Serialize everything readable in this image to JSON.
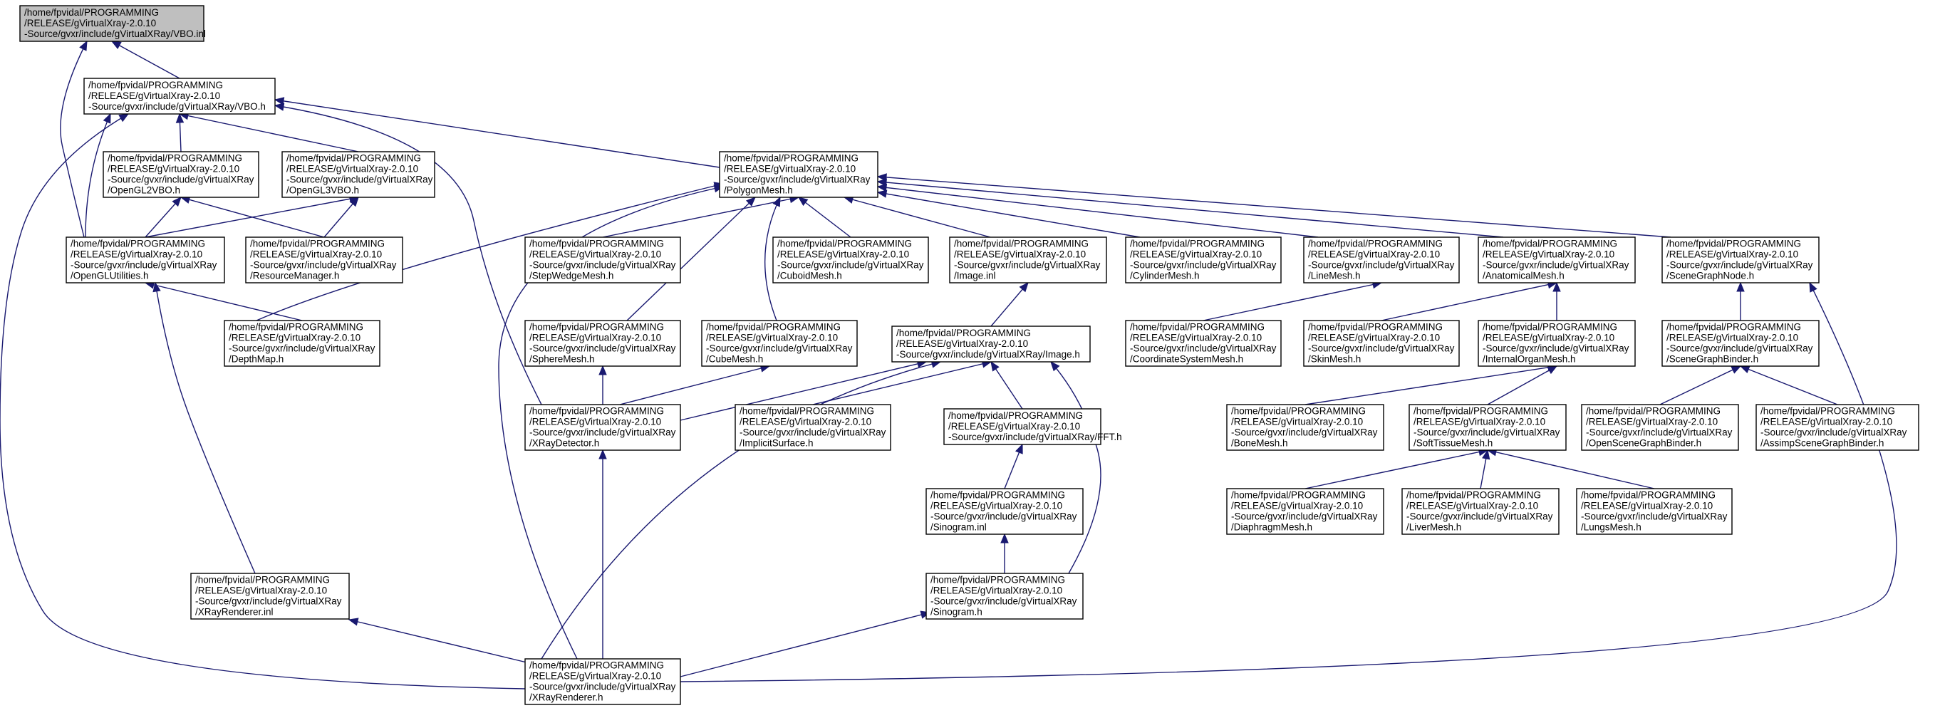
{
  "diagram": {
    "colors": {
      "edge": "#191970",
      "root_fill": "#bfbfbf",
      "node_fill": "#ffffff",
      "node_border": "#000000"
    },
    "nodes": [
      {
        "id": "vbo_inl",
        "lines": [
          "/home/fpvidal/PROGRAMMING",
          "/RELEASE/gVirtualXray-2.0.10",
          "-Source/gvxr/include/gVirtualXRay/VBO.inl"
        ],
        "root": true
      },
      {
        "id": "vbo_h",
        "lines": [
          "/home/fpvidal/PROGRAMMING",
          "/RELEASE/gVirtualXray-2.0.10",
          "-Source/gvxr/include/gVirtualXRay/VBO.h"
        ]
      },
      {
        "id": "opengl2vbo",
        "lines": [
          "/home/fpvidal/PROGRAMMING",
          "/RELEASE/gVirtualXray-2.0.10",
          "-Source/gvxr/include/gVirtualXRay",
          "/OpenGL2VBO.h"
        ]
      },
      {
        "id": "opengl3vbo",
        "lines": [
          "/home/fpvidal/PROGRAMMING",
          "/RELEASE/gVirtualXray-2.0.10",
          "-Source/gvxr/include/gVirtualXRay",
          "/OpenGL3VBO.h"
        ]
      },
      {
        "id": "polygonmesh",
        "lines": [
          "/home/fpvidal/PROGRAMMING",
          "/RELEASE/gVirtualXray-2.0.10",
          "-Source/gvxr/include/gVirtualXRay",
          "/PolygonMesh.h"
        ]
      },
      {
        "id": "openglutilities",
        "lines": [
          "/home/fpvidal/PROGRAMMING",
          "/RELEASE/gVirtualXray-2.0.10",
          "-Source/gvxr/include/gVirtualXRay",
          "/OpenGLUtilities.h"
        ]
      },
      {
        "id": "resourcemanager",
        "lines": [
          "/home/fpvidal/PROGRAMMING",
          "/RELEASE/gVirtualXray-2.0.10",
          "-Source/gvxr/include/gVirtualXRay",
          "/ResourceManager.h"
        ]
      },
      {
        "id": "stepwedgemesh",
        "lines": [
          "/home/fpvidal/PROGRAMMING",
          "/RELEASE/gVirtualXray-2.0.10",
          "-Source/gvxr/include/gVirtualXRay",
          "/StepWedgeMesh.h"
        ]
      },
      {
        "id": "cuboidmesh",
        "lines": [
          "/home/fpvidal/PROGRAMMING",
          "/RELEASE/gVirtualXray-2.0.10",
          "-Source/gvxr/include/gVirtualXRay",
          "/CuboidMesh.h"
        ]
      },
      {
        "id": "image_inl",
        "lines": [
          "/home/fpvidal/PROGRAMMING",
          "/RELEASE/gVirtualXray-2.0.10",
          "-Source/gvxr/include/gVirtualXRay",
          "/Image.inl"
        ]
      },
      {
        "id": "cylindermesh",
        "lines": [
          "/home/fpvidal/PROGRAMMING",
          "/RELEASE/gVirtualXray-2.0.10",
          "-Source/gvxr/include/gVirtualXRay",
          "/CylinderMesh.h"
        ]
      },
      {
        "id": "linemesh",
        "lines": [
          "/home/fpvidal/PROGRAMMING",
          "/RELEASE/gVirtualXray-2.0.10",
          "-Source/gvxr/include/gVirtualXRay",
          "/LineMesh.h"
        ]
      },
      {
        "id": "anatomicalmesh",
        "lines": [
          "/home/fpvidal/PROGRAMMING",
          "/RELEASE/gVirtualXray-2.0.10",
          "-Source/gvxr/include/gVirtualXRay",
          "/AnatomicalMesh.h"
        ]
      },
      {
        "id": "scenegraphnode",
        "lines": [
          "/home/fpvidal/PROGRAMMING",
          "/RELEASE/gVirtualXray-2.0.10",
          "-Source/gvxr/include/gVirtualXRay",
          "/SceneGraphNode.h"
        ]
      },
      {
        "id": "depthmap",
        "lines": [
          "/home/fpvidal/PROGRAMMING",
          "/RELEASE/gVirtualXray-2.0.10",
          "-Source/gvxr/include/gVirtualXRay",
          "/DepthMap.h"
        ]
      },
      {
        "id": "spheremesh",
        "lines": [
          "/home/fpvidal/PROGRAMMING",
          "/RELEASE/gVirtualXray-2.0.10",
          "-Source/gvxr/include/gVirtualXRay",
          "/SphereMesh.h"
        ]
      },
      {
        "id": "cubemesh",
        "lines": [
          "/home/fpvidal/PROGRAMMING",
          "/RELEASE/gVirtualXray-2.0.10",
          "-Source/gvxr/include/gVirtualXRay",
          "/CubeMesh.h"
        ]
      },
      {
        "id": "image_h",
        "lines": [
          "/home/fpvidal/PROGRAMMING",
          "/RELEASE/gVirtualXray-2.0.10",
          "-Source/gvxr/include/gVirtualXRay/Image.h"
        ]
      },
      {
        "id": "coordinatesystemmesh",
        "lines": [
          "/home/fpvidal/PROGRAMMING",
          "/RELEASE/gVirtualXray-2.0.10",
          "-Source/gvxr/include/gVirtualXRay",
          "/CoordinateSystemMesh.h"
        ]
      },
      {
        "id": "skinmesh",
        "lines": [
          "/home/fpvidal/PROGRAMMING",
          "/RELEASE/gVirtualXray-2.0.10",
          "-Source/gvxr/include/gVirtualXRay",
          "/SkinMesh.h"
        ]
      },
      {
        "id": "internalorganmesh",
        "lines": [
          "/home/fpvidal/PROGRAMMING",
          "/RELEASE/gVirtualXray-2.0.10",
          "-Source/gvxr/include/gVirtualXRay",
          "/InternalOrganMesh.h"
        ]
      },
      {
        "id": "scenegraphbinder",
        "lines": [
          "/home/fpvidal/PROGRAMMING",
          "/RELEASE/gVirtualXray-2.0.10",
          "-Source/gvxr/include/gVirtualXRay",
          "/SceneGraphBinder.h"
        ]
      },
      {
        "id": "xraydetector",
        "lines": [
          "/home/fpvidal/PROGRAMMING",
          "/RELEASE/gVirtualXray-2.0.10",
          "-Source/gvxr/include/gVirtualXRay",
          "/XRayDetector.h"
        ]
      },
      {
        "id": "implicitsurface",
        "lines": [
          "/home/fpvidal/PROGRAMMING",
          "/RELEASE/gVirtualXray-2.0.10",
          "-Source/gvxr/include/gVirtualXRay",
          "/ImplicitSurface.h"
        ]
      },
      {
        "id": "fft",
        "lines": [
          "/home/fpvidal/PROGRAMMING",
          "/RELEASE/gVirtualXray-2.0.10",
          "-Source/gvxr/include/gVirtualXRay/FFT.h"
        ]
      },
      {
        "id": "bonemesh",
        "lines": [
          "/home/fpvidal/PROGRAMMING",
          "/RELEASE/gVirtualXray-2.0.10",
          "-Source/gvxr/include/gVirtualXRay",
          "/BoneMesh.h"
        ]
      },
      {
        "id": "softtissuemesh",
        "lines": [
          "/home/fpvidal/PROGRAMMING",
          "/RELEASE/gVirtualXray-2.0.10",
          "-Source/gvxr/include/gVirtualXRay",
          "/SoftTissueMesh.h"
        ]
      },
      {
        "id": "openscenegraphbinder",
        "lines": [
          "/home/fpvidal/PROGRAMMING",
          "/RELEASE/gVirtualXray-2.0.10",
          "-Source/gvxr/include/gVirtualXRay",
          "/OpenSceneGraphBinder.h"
        ]
      },
      {
        "id": "assimpscenegraphbinder",
        "lines": [
          "/home/fpvidal/PROGRAMMING",
          "/RELEASE/gVirtualXray-2.0.10",
          "-Source/gvxr/include/gVirtualXRay",
          "/AssimpSceneGraphBinder.h"
        ]
      },
      {
        "id": "sinogram_inl",
        "lines": [
          "/home/fpvidal/PROGRAMMING",
          "/RELEASE/gVirtualXray-2.0.10",
          "-Source/gvxr/include/gVirtualXRay",
          "/Sinogram.inl"
        ]
      },
      {
        "id": "diaphragmmesh",
        "lines": [
          "/home/fpvidal/PROGRAMMING",
          "/RELEASE/gVirtualXray-2.0.10",
          "-Source/gvxr/include/gVirtualXRay",
          "/DiaphragmMesh.h"
        ]
      },
      {
        "id": "livermesh",
        "lines": [
          "/home/fpvidal/PROGRAMMING",
          "/RELEASE/gVirtualXray-2.0.10",
          "-Source/gvxr/include/gVirtualXRay",
          "/LiverMesh.h"
        ]
      },
      {
        "id": "lungsmesh",
        "lines": [
          "/home/fpvidal/PROGRAMMING",
          "/RELEASE/gVirtualXray-2.0.10",
          "-Source/gvxr/include/gVirtualXRay",
          "/LungsMesh.h"
        ]
      },
      {
        "id": "xrayrenderer_inl",
        "lines": [
          "/home/fpvidal/PROGRAMMING",
          "/RELEASE/gVirtualXray-2.0.10",
          "-Source/gvxr/include/gVirtualXRay",
          "/XRayRenderer.inl"
        ]
      },
      {
        "id": "sinogram_h",
        "lines": [
          "/home/fpvidal/PROGRAMMING",
          "/RELEASE/gVirtualXray-2.0.10",
          "-Source/gvxr/include/gVirtualXRay",
          "/Sinogram.h"
        ]
      },
      {
        "id": "xrayrenderer_h",
        "lines": [
          "/home/fpvidal/PROGRAMMING",
          "/RELEASE/gVirtualXray-2.0.10",
          "-Source/gvxr/include/gVirtualXRay",
          "/XRayRenderer.h"
        ]
      }
    ],
    "edges": [
      {
        "from": "vbo_h",
        "to": "vbo_inl"
      },
      {
        "from": "openglutilities",
        "to": "vbo_inl"
      },
      {
        "from": "opengl2vbo",
        "to": "vbo_h"
      },
      {
        "from": "opengl3vbo",
        "to": "vbo_h"
      },
      {
        "from": "polygonmesh",
        "to": "vbo_h"
      },
      {
        "from": "openglutilities",
        "to": "vbo_h"
      },
      {
        "from": "xraydetector",
        "to": "vbo_h"
      },
      {
        "from": "xrayrenderer_h",
        "to": "vbo_h"
      },
      {
        "from": "openglutilities",
        "to": "opengl2vbo"
      },
      {
        "from": "resourcemanager",
        "to": "opengl2vbo"
      },
      {
        "from": "openglutilities",
        "to": "opengl3vbo"
      },
      {
        "from": "resourcemanager",
        "to": "opengl3vbo"
      },
      {
        "from": "depthmap",
        "to": "openglutilities"
      },
      {
        "from": "xrayrenderer_inl",
        "to": "openglutilities"
      },
      {
        "from": "stepwedgemesh",
        "to": "polygonmesh"
      },
      {
        "from": "cuboidmesh",
        "to": "polygonmesh"
      },
      {
        "from": "image_inl",
        "to": "polygonmesh"
      },
      {
        "from": "cylindermesh",
        "to": "polygonmesh"
      },
      {
        "from": "linemesh",
        "to": "polygonmesh"
      },
      {
        "from": "anatomicalmesh",
        "to": "polygonmesh"
      },
      {
        "from": "scenegraphnode",
        "to": "polygonmesh"
      },
      {
        "from": "depthmap",
        "to": "polygonmesh"
      },
      {
        "from": "spheremesh",
        "to": "polygonmesh"
      },
      {
        "from": "cubemesh",
        "to": "polygonmesh"
      },
      {
        "from": "xrayrenderer_h",
        "to": "polygonmesh"
      },
      {
        "from": "image_h",
        "to": "image_inl"
      },
      {
        "from": "coordinatesystemmesh",
        "to": "linemesh"
      },
      {
        "from": "skinmesh",
        "to": "anatomicalmesh"
      },
      {
        "from": "internalorganmesh",
        "to": "anatomicalmesh"
      },
      {
        "from": "scenegraphbinder",
        "to": "scenegraphnode"
      },
      {
        "from": "xrayrenderer_h",
        "to": "scenegraphnode"
      },
      {
        "from": "xraydetector",
        "to": "spheremesh"
      },
      {
        "from": "xraydetector",
        "to": "cubemesh"
      },
      {
        "from": "xraydetector",
        "to": "image_h"
      },
      {
        "from": "implicitsurface",
        "to": "image_h"
      },
      {
        "from": "fft",
        "to": "image_h"
      },
      {
        "from": "sinogram_h",
        "to": "image_h"
      },
      {
        "from": "xrayrenderer_h",
        "to": "image_h"
      },
      {
        "from": "bonemesh",
        "to": "internalorganmesh"
      },
      {
        "from": "softtissuemesh",
        "to": "internalorganmesh"
      },
      {
        "from": "openscenegraphbinder",
        "to": "scenegraphbinder"
      },
      {
        "from": "assimpscenegraphbinder",
        "to": "scenegraphbinder"
      },
      {
        "from": "xrayrenderer_h",
        "to": "xraydetector"
      },
      {
        "from": "sinogram_inl",
        "to": "fft"
      },
      {
        "from": "diaphragmmesh",
        "to": "softtissuemesh"
      },
      {
        "from": "livermesh",
        "to": "softtissuemesh"
      },
      {
        "from": "lungsmesh",
        "to": "softtissuemesh"
      },
      {
        "from": "sinogram_h",
        "to": "sinogram_inl"
      },
      {
        "from": "xrayrenderer_h",
        "to": "xrayrenderer_inl"
      },
      {
        "from": "xrayrenderer_h",
        "to": "sinogram_h"
      }
    ]
  }
}
